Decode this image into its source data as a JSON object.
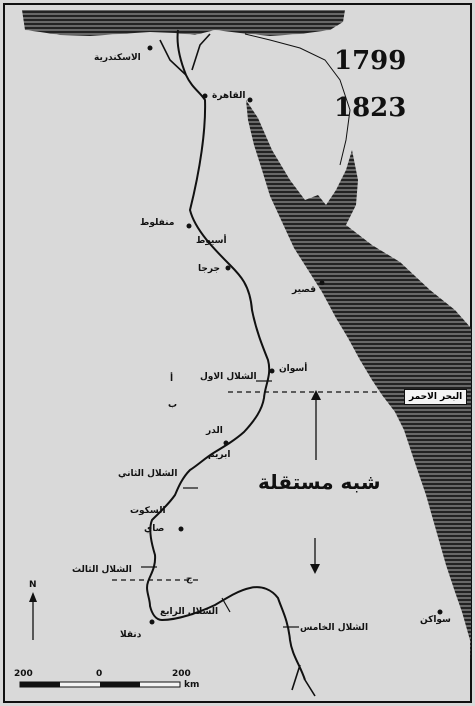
{
  "years": {
    "start": "1799",
    "end": "1823"
  },
  "region_label": "شبه مستقلة",
  "sea_label": "البحر الاحمر",
  "north_label": "N",
  "places": {
    "alexandria": "الاسكندرية",
    "cairo": "القاهرة",
    "manfalut": "منفلوط",
    "asyut": "أسيوط",
    "girga": "جرجا",
    "qusayr": "قصير",
    "aswan": "أسوان",
    "first_cataract": "الشلال الاول",
    "alif": "أ",
    "ba": "ب",
    "dir": "الدر",
    "ibrim": "ابريم",
    "second_cataract": "الشلال الثاني",
    "sukkot": "السكوت",
    "sai": "صاي",
    "third_cataract": "الشلال الثالث",
    "jim": "ج",
    "fourth_cataract": "الشلال الرابع",
    "dongola": "دنقلا",
    "fifth_cataract": "الشلال الخامس",
    "suakin": "سواكن"
  },
  "scale": {
    "left": "200",
    "middle": "0",
    "right": "200",
    "unit": "km"
  },
  "colors": {
    "background": "#d9d9d9",
    "sea": "#1a1a1a",
    "ink": "#111111"
  }
}
